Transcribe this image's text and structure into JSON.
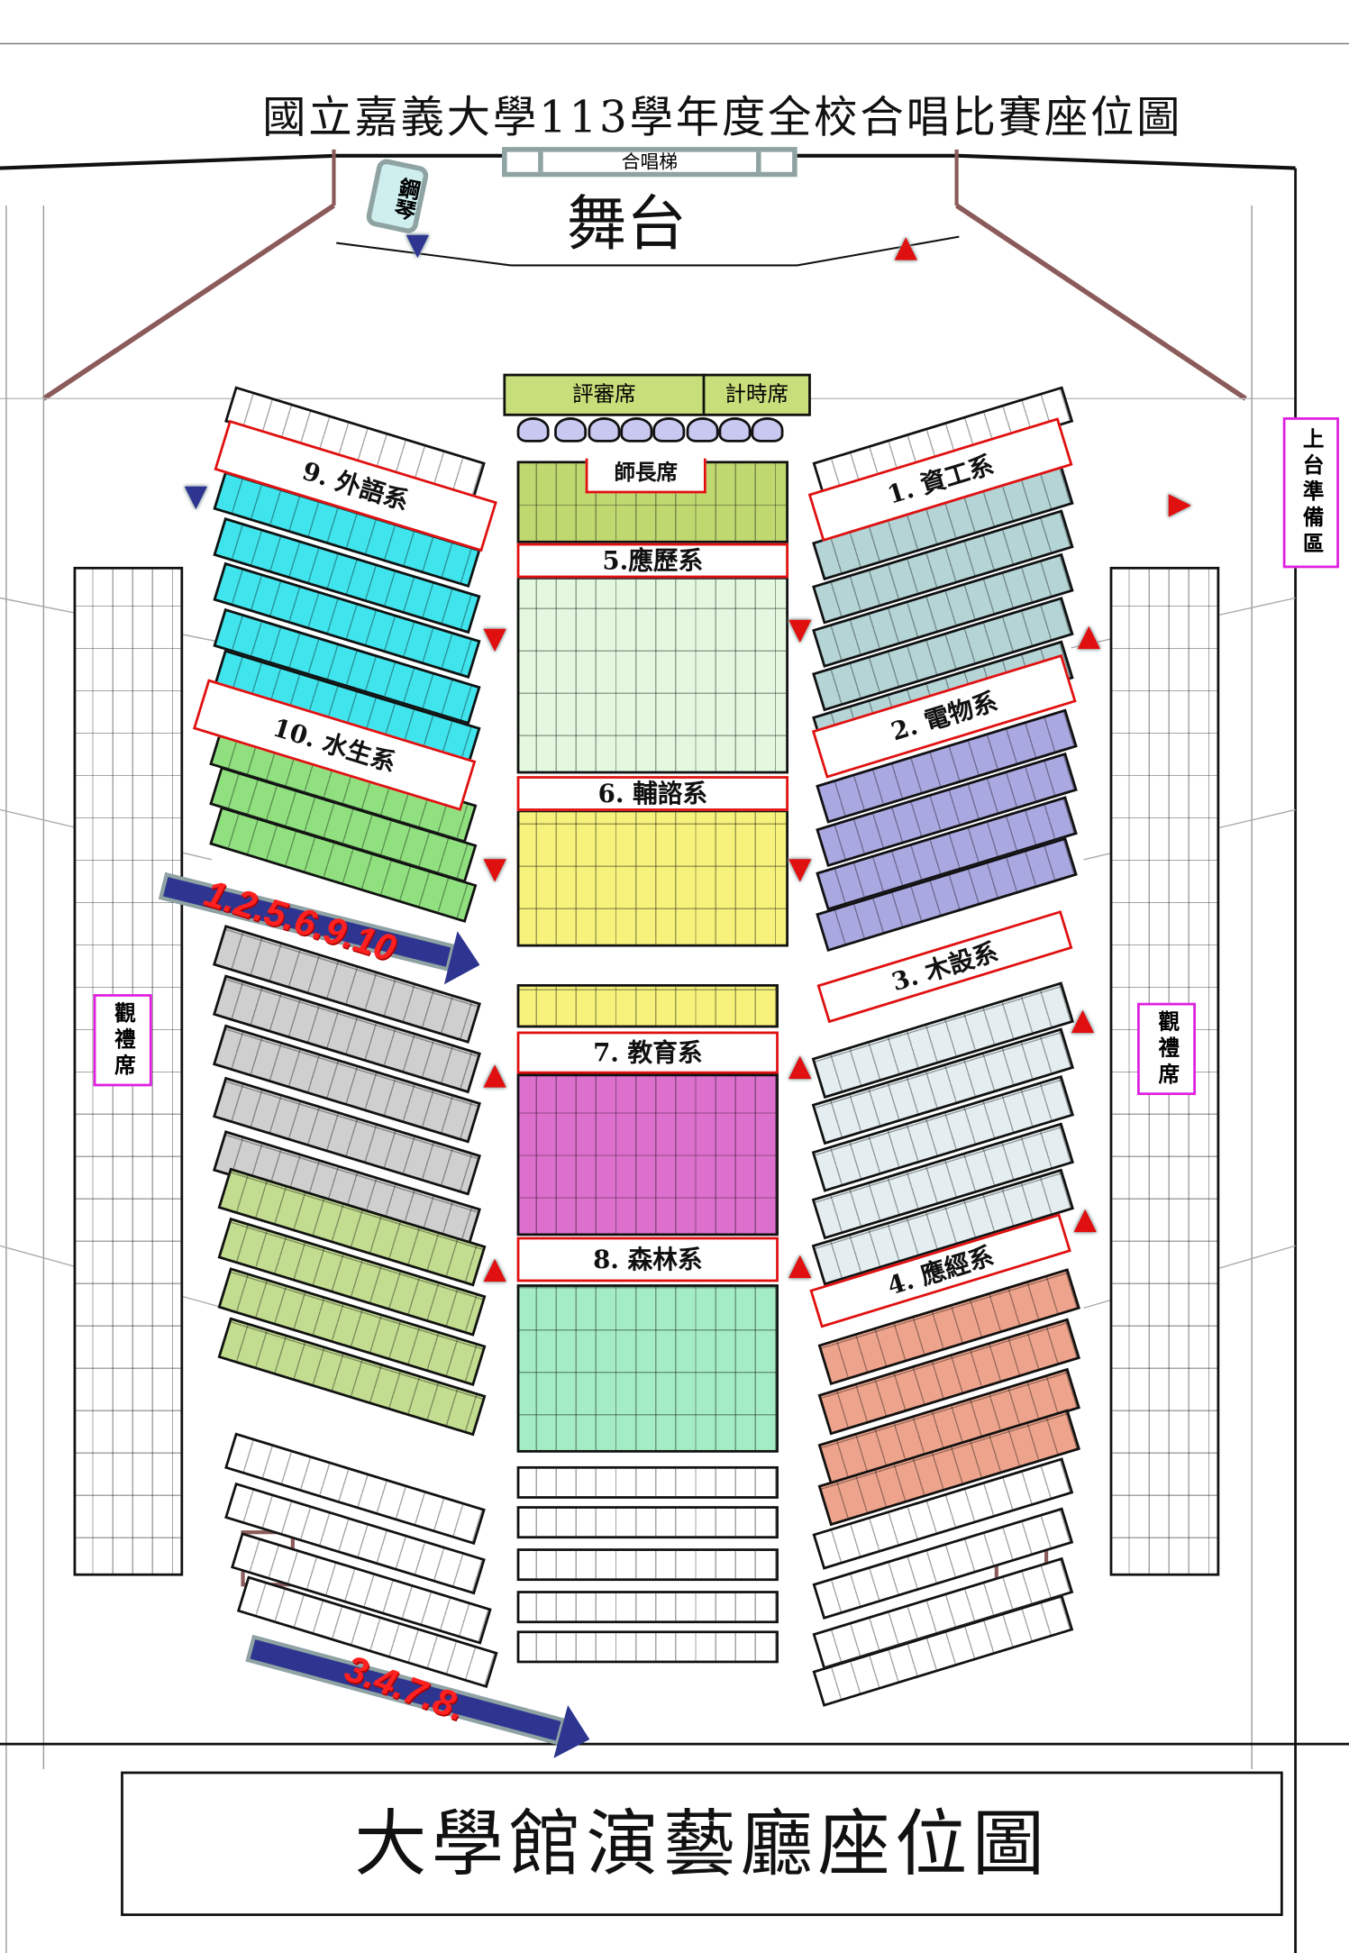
{
  "title": "國立嘉義大學113學年度全校合唱比賽座位圖",
  "stage": {
    "label": "舞台",
    "risers": "合唱梯",
    "piano": "鋼琴"
  },
  "judges": {
    "judge_table": "評審席",
    "timer_table": "計時席",
    "vip_seats": "師長席"
  },
  "departments": [
    {
      "label": "1. 資工系",
      "color": "#b4d4d6"
    },
    {
      "label": "2. 電物系",
      "color": "#aaa8e0"
    },
    {
      "label": "3. 木設系",
      "color": "#e4eef0"
    },
    {
      "label": "4. 應經系",
      "color": "#eea48c"
    },
    {
      "label": "5.應歷系",
      "color": "#e4f8e0"
    },
    {
      "label": "6. 輔諮系",
      "color": "#f6f27c"
    },
    {
      "label": "7. 教育系",
      "color": "#dc70cc"
    },
    {
      "label": "8. 森林系",
      "color": "#a4ecc4"
    },
    {
      "label": "9. 外語系",
      "color": "#40e4ec"
    },
    {
      "label": "10. 水生系",
      "color": "#90e080"
    }
  ],
  "other_groups": {
    "gray": "#cfcfcf",
    "lime": "#c2dc90",
    "olive": "#c0d870"
  },
  "zones": {
    "backstage_prep": "上台準備區",
    "audience_left": "觀禮席",
    "audience_right": "觀禮席"
  },
  "routes": [
    {
      "label": "1.2.5.6.9.10"
    },
    {
      "label": "3.4.7.8."
    }
  ],
  "footer": "大學館演藝廳座位圖"
}
